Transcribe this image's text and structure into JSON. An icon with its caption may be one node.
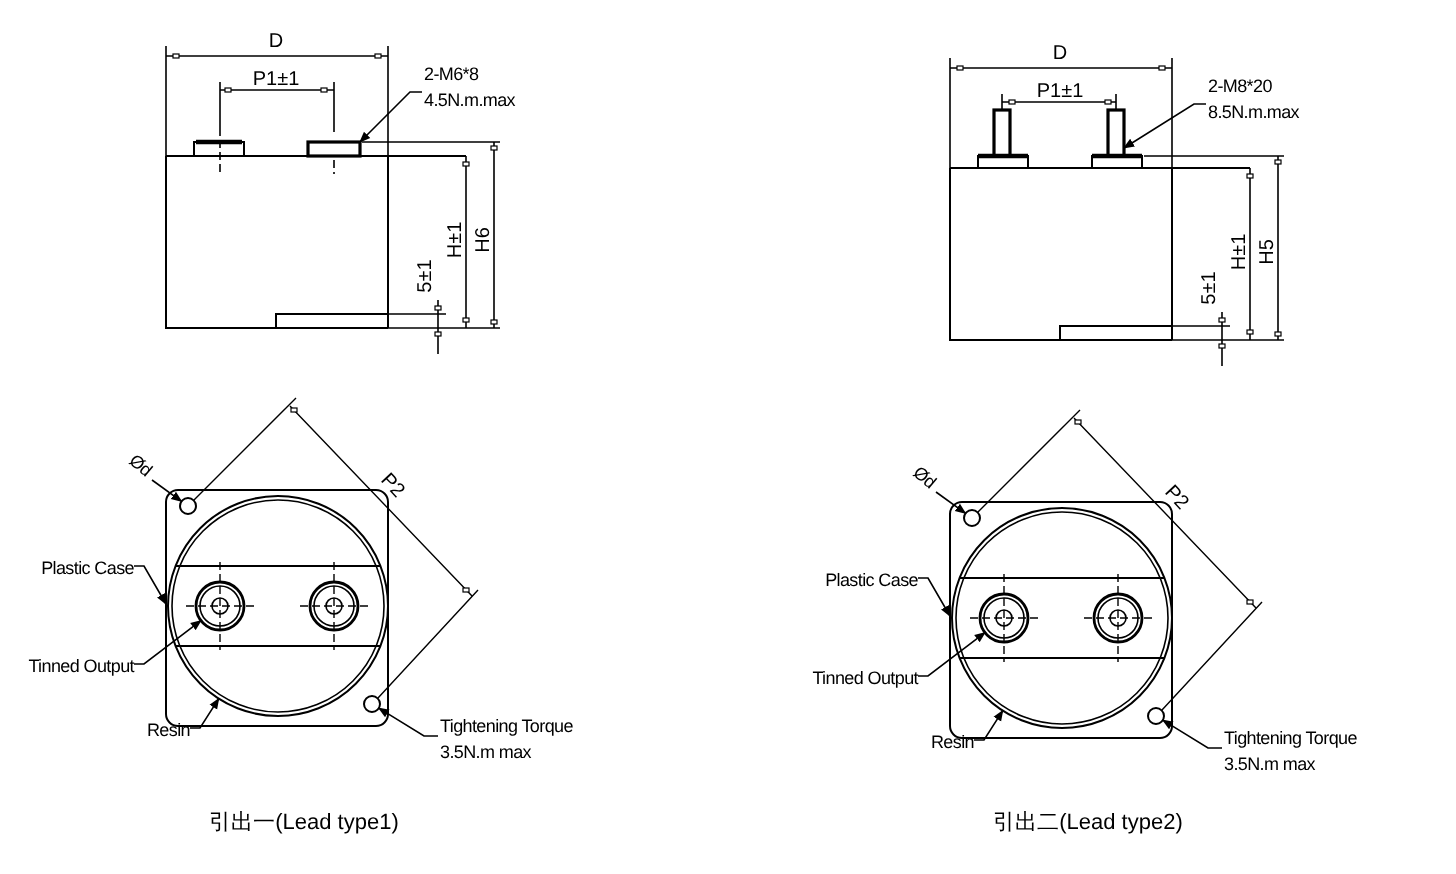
{
  "diagram": {
    "nodes": [
      {
        "text": [
          "2-M6*8",
          "4.5N.m.max"
        ]
      },
      {
        "text": [],
        "shape": "box"
      },
      {
        "text": [
          "Plastic Case"
        ]
      },
      {
        "text": [
          "Tinned Output"
        ]
      },
      {
        "text": [
          "Resin"
        ]
      },
      {
        "text": [
          "Tightening Torque",
          "3.5N.m max"
        ]
      },
      {
        "text": [
          "Ød"
        ]
      },
      {
        "text": [],
        "shape": "box"
      },
      {
        "text": [],
        "shape": "circle",
        "in": 7
      },
      {
        "text": [],
        "shape": "circle",
        "in": 7
      },
      {
        "text": [],
        "shape": "circle",
        "in": 9
      },
      {
        "text": [],
        "shape": "circle",
        "in": 7
      },
      {
        "text": [
          "2-M8*20",
          "8.5N.m.max"
        ]
      },
      {
        "text": [],
        "shape": "box"
      },
      {
        "text": [
          "Plastic Case"
        ]
      },
      {
        "text": [
          "Tinned Output"
        ]
      },
      {
        "text": [
          "Resin"
        ]
      },
      {
        "text": [
          "Tightening Torque",
          "3.5N.m max"
        ]
      },
      {
        "text": [
          "Ød"
        ]
      },
      {
        "text": [],
        "shape": "box"
      },
      {
        "text": [],
        "shape": "circle",
        "in": 19
      },
      {
        "text": [],
        "shape": "circle",
        "in": 19
      },
      {
        "text": [],
        "shape": "circle",
        "in": 21
      },
      {
        "text": [],
        "shape": "circle",
        "in": 19
      }
    ],
    "edges": [
      {
        "from": 0,
        "to": 1,
        "arrow": "to"
      },
      {
        "from": 2,
        "to": 7,
        "arrow": "to"
      },
      {
        "from": 3,
        "to": 10,
        "arrow": "to"
      },
      {
        "from": 4,
        "to": 9,
        "arrow": "to"
      },
      {
        "from": 5,
        "to": 11,
        "arrow": "to"
      },
      {
        "from": 6,
        "to": 8,
        "arrow": "to"
      },
      {
        "from": 12,
        "to": 13,
        "arrow": "to"
      },
      {
        "from": 14,
        "to": 19,
        "arrow": "to"
      },
      {
        "from": 15,
        "to": 22,
        "arrow": "to"
      },
      {
        "from": 16,
        "to": 21,
        "arrow": "to"
      },
      {
        "from": 17,
        "to": 23,
        "arrow": "to"
      },
      {
        "from": 18,
        "to": 20,
        "arrow": "to"
      }
    ],
    "labels": [
      "D",
      "P1±1",
      "5±1",
      "H±1",
      "H6",
      "P2",
      "引出一(Lead type1)",
      "D",
      "P1±1",
      "5±1",
      "H±1",
      "H5",
      "P2",
      "引出二(Lead type2)"
    ]
  }
}
